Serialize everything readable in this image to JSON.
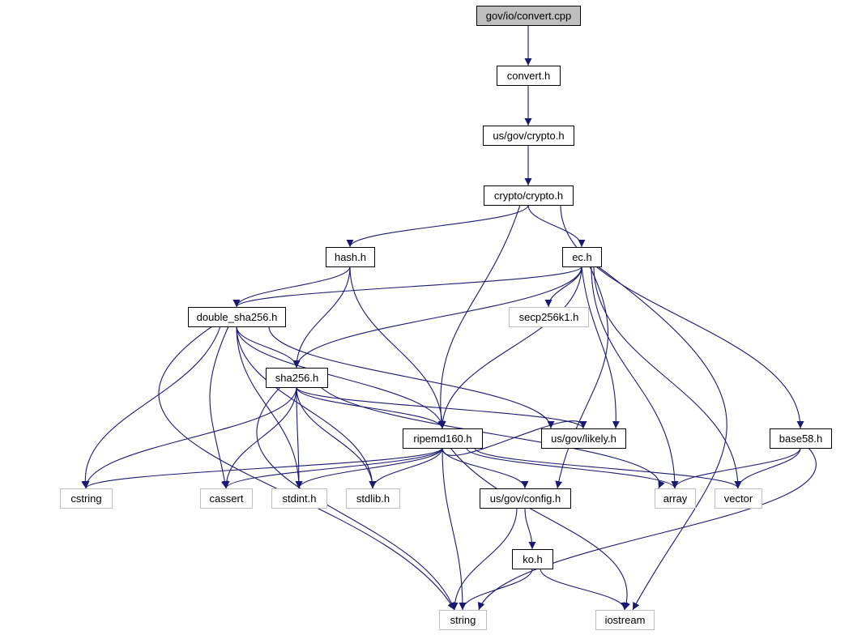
{
  "colors": {
    "edge": "#191970",
    "root_fill": "#bfbfbf",
    "node_fill": "#ffffff",
    "node_border": "#000000",
    "external_border": "#bfbfbf"
  },
  "nodes": [
    {
      "id": "convert_cpp",
      "label": "gov/io/convert.cpp",
      "kind": "root"
    },
    {
      "id": "convert_h",
      "label": "convert.h",
      "kind": "local"
    },
    {
      "id": "us_crypto_h",
      "label": "us/gov/crypto.h",
      "kind": "local"
    },
    {
      "id": "crypto_h",
      "label": "crypto/crypto.h",
      "kind": "local"
    },
    {
      "id": "hash_h",
      "label": "hash.h",
      "kind": "local"
    },
    {
      "id": "ec_h",
      "label": "ec.h",
      "kind": "local"
    },
    {
      "id": "double_sha256_h",
      "label": "double_sha256.h",
      "kind": "local"
    },
    {
      "id": "secp256k1_h",
      "label": "secp256k1.h",
      "kind": "external"
    },
    {
      "id": "sha256_h",
      "label": "sha256.h",
      "kind": "local"
    },
    {
      "id": "ripemd160_h",
      "label": "ripemd160.h",
      "kind": "local"
    },
    {
      "id": "likely_h",
      "label": "us/gov/likely.h",
      "kind": "local"
    },
    {
      "id": "base58_h",
      "label": "base58.h",
      "kind": "local"
    },
    {
      "id": "cstring",
      "label": "cstring",
      "kind": "external"
    },
    {
      "id": "cassert",
      "label": "cassert",
      "kind": "external"
    },
    {
      "id": "stdint_h",
      "label": "stdint.h",
      "kind": "external"
    },
    {
      "id": "stdlib_h",
      "label": "stdlib.h",
      "kind": "external"
    },
    {
      "id": "config_h",
      "label": "us/gov/config.h",
      "kind": "local"
    },
    {
      "id": "array",
      "label": "array",
      "kind": "external"
    },
    {
      "id": "vector",
      "label": "vector",
      "kind": "external"
    },
    {
      "id": "ko_h",
      "label": "ko.h",
      "kind": "local"
    },
    {
      "id": "string",
      "label": "string",
      "kind": "external"
    },
    {
      "id": "iostream",
      "label": "iostream",
      "kind": "external"
    }
  ],
  "edges": [
    {
      "from": "convert_cpp",
      "to": "convert_h"
    },
    {
      "from": "convert_h",
      "to": "us_crypto_h"
    },
    {
      "from": "us_crypto_h",
      "to": "crypto_h"
    },
    {
      "from": "crypto_h",
      "to": "hash_h"
    },
    {
      "from": "crypto_h",
      "to": "ec_h"
    },
    {
      "from": "crypto_h",
      "to": "ripemd160_h"
    },
    {
      "from": "crypto_h",
      "to": "base58_h"
    },
    {
      "from": "hash_h",
      "to": "double_sha256_h"
    },
    {
      "from": "hash_h",
      "to": "sha256_h"
    },
    {
      "from": "hash_h",
      "to": "ripemd160_h"
    },
    {
      "from": "ec_h",
      "to": "double_sha256_h"
    },
    {
      "from": "ec_h",
      "to": "secp256k1_h"
    },
    {
      "from": "ec_h",
      "to": "sha256_h"
    },
    {
      "from": "ec_h",
      "to": "ripemd160_h"
    },
    {
      "from": "ec_h",
      "to": "likely_h"
    },
    {
      "from": "ec_h",
      "to": "config_h"
    },
    {
      "from": "ec_h",
      "to": "array"
    },
    {
      "from": "ec_h",
      "to": "vector"
    },
    {
      "from": "ec_h",
      "to": "iostream"
    },
    {
      "from": "double_sha256_h",
      "to": "sha256_h"
    },
    {
      "from": "double_sha256_h",
      "to": "ripemd160_h"
    },
    {
      "from": "double_sha256_h",
      "to": "likely_h"
    },
    {
      "from": "double_sha256_h",
      "to": "cstring"
    },
    {
      "from": "double_sha256_h",
      "to": "cassert"
    },
    {
      "from": "double_sha256_h",
      "to": "stdint_h"
    },
    {
      "from": "double_sha256_h",
      "to": "stdlib_h"
    },
    {
      "from": "double_sha256_h",
      "to": "string"
    },
    {
      "from": "sha256_h",
      "to": "ripemd160_h"
    },
    {
      "from": "sha256_h",
      "to": "likely_h"
    },
    {
      "from": "sha256_h",
      "to": "cstring"
    },
    {
      "from": "sha256_h",
      "to": "cassert"
    },
    {
      "from": "sha256_h",
      "to": "stdint_h"
    },
    {
      "from": "sha256_h",
      "to": "stdlib_h"
    },
    {
      "from": "sha256_h",
      "to": "array"
    },
    {
      "from": "sha256_h",
      "to": "string"
    },
    {
      "from": "ripemd160_h",
      "to": "likely_h"
    },
    {
      "from": "ripemd160_h",
      "to": "cstring"
    },
    {
      "from": "ripemd160_h",
      "to": "cassert"
    },
    {
      "from": "ripemd160_h",
      "to": "stdint_h"
    },
    {
      "from": "ripemd160_h",
      "to": "stdlib_h"
    },
    {
      "from": "ripemd160_h",
      "to": "config_h"
    },
    {
      "from": "ripemd160_h",
      "to": "array"
    },
    {
      "from": "ripemd160_h",
      "to": "vector"
    },
    {
      "from": "ripemd160_h",
      "to": "string"
    },
    {
      "from": "ripemd160_h",
      "to": "iostream"
    },
    {
      "from": "base58_h",
      "to": "array"
    },
    {
      "from": "base58_h",
      "to": "vector"
    },
    {
      "from": "base58_h",
      "to": "string"
    },
    {
      "from": "config_h",
      "to": "ko_h"
    },
    {
      "from": "config_h",
      "to": "string"
    },
    {
      "from": "ko_h",
      "to": "string"
    },
    {
      "from": "ko_h",
      "to": "iostream"
    }
  ]
}
